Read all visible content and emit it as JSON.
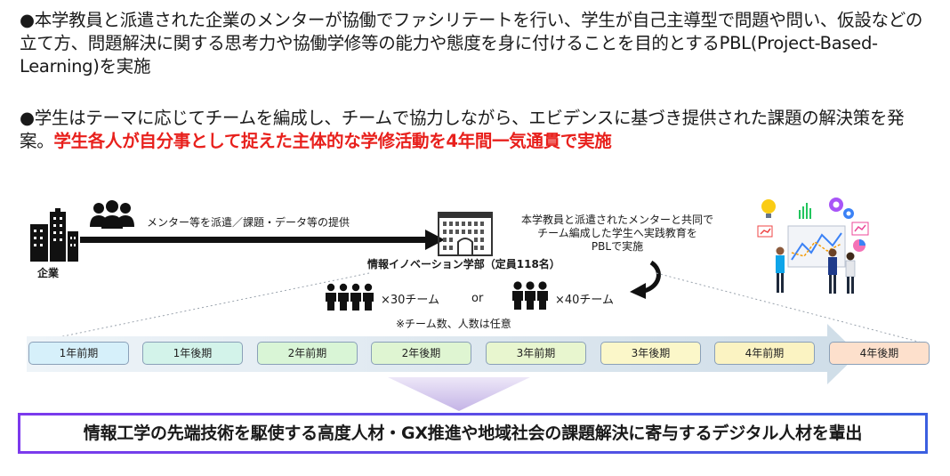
{
  "bullets": {
    "b1_mark": "●",
    "b1_text": "本学教員と派遣された企業のメンターが協働でファシリテートを行い、学生が自己主導型で問題や問い、仮設などの立て方、問題解決に関する思考力や協働学修等の能力や態度を身に付けることを目的とするPBL(Project-Based-Learning)を実施",
    "b2_mark": "●",
    "b2_text": "学生はテーマに応じてチームを編成し、チームで協力しながら、エビデンスに基づき提供された課題の解決策を発案。",
    "b2_highlight": "学生各人が自分事として捉えた主体的な学修活動を4年間一気通貫で実施"
  },
  "diagram": {
    "company_label": "企業",
    "arrow_label": "メンター等を派遣／課題・データ等の提供",
    "faculty_label": "情報イノベーション学部（定員118名）",
    "joint_note_1": "本学教員と派遣されたメンターと共同で",
    "joint_note_2": "チーム編成した学生へ実践教育を",
    "joint_note_3": "PBLで実施",
    "team_option_a": "×30チーム",
    "or_label": "or",
    "team_option_b": "×40チーム",
    "team_note": "※チーム数、人数は任意",
    "phases": [
      "1年前期",
      "1年後期",
      "2年前期",
      "2年後期",
      "3年前期",
      "3年後期",
      "4年前期",
      "4年後期"
    ],
    "phase_colors": [
      "#d6f0fa",
      "#d3f3ea",
      "#d9f5d6",
      "#dff5d2",
      "#e8f6cf",
      "#fbf7c9",
      "#fbf3c2",
      "#fde0cc"
    ],
    "result": "情報工学の先端技術を駆使する高度人材・GX推進や地域社会の課題解決に寄与するデジタル人材を輩出"
  }
}
